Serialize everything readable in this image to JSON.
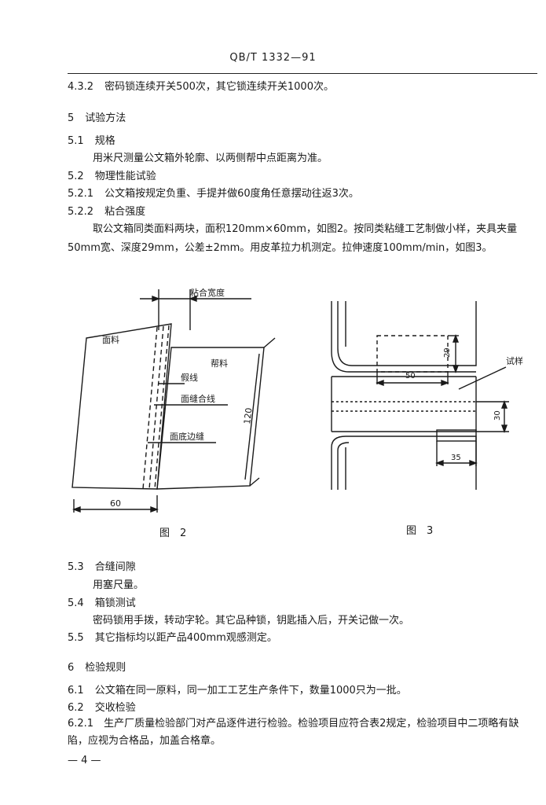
{
  "header": {
    "standard_no": "QB/T 1332—91"
  },
  "lines": {
    "l1": {
      "num": "4.3.2",
      "text": "密码锁连续开关500次，其它锁连续开关1000次。"
    },
    "l2": {
      "num": "5",
      "text": "试验方法"
    },
    "l3": {
      "num": "5.1",
      "text": "规格"
    },
    "l4": {
      "text": "用米尺测量公文箱外轮廓、以两侧帮中点距离为准。"
    },
    "l5": {
      "num": "5.2",
      "text": "物理性能试验"
    },
    "l6": {
      "num": "5.2.1",
      "text": "公文箱按规定负重、手提并做60度角任意摆动往返3次。"
    },
    "l7": {
      "num": "5.2.2",
      "text": "粘合强度"
    },
    "p1": "取公文箱同类面料两块，面积120mm×60mm，如图2。按同类粘缝工艺制做小样，夹具夹量50mm宽、深度29mm，公差±2mm。用皮革拉力机测定。拉伸速度100mm/min，如图3。",
    "l8": {
      "num": "5.3",
      "text": "合缝间隙"
    },
    "l9": {
      "text": "用塞尺量。"
    },
    "l10": {
      "num": "5.4",
      "text": "箱锁测试"
    },
    "l11": {
      "text": "密码锁用手拨，转动字轮。其它品种锁，钥匙插入后，开关记做一次。"
    },
    "l12": {
      "num": "5.5",
      "text": "其它指标均以距产品400mm观感测定。"
    },
    "l13": {
      "num": "6",
      "text": "检验规则"
    },
    "l14": {
      "num": "6.1",
      "text": "公文箱在同一原料，同一加工工艺生产条件下，数量1000只为一批。"
    },
    "l15": {
      "num": "6.2",
      "text": "交收检验"
    },
    "p2": "6.2.1　生产厂质量检验部门对产品逐件进行检验。检验项目应符合表2规定，检验项目中二项略有缺陷，应视为合格品，加盖合格章。"
  },
  "figure2": {
    "caption": "图　2",
    "label_bonding_width": "粘合宽度",
    "label_face": "面料",
    "label_side": "帮料",
    "label_false_line": "假线",
    "label_seam_line": "面缝合线",
    "label_edge": "面底边缝",
    "dim_120": "120",
    "dim_60": "60"
  },
  "figure3": {
    "caption": "图　3",
    "label_sample": "试样",
    "dim_29": "29",
    "dim_50": "50",
    "dim_30": "30",
    "dim_35": "35"
  },
  "footer": {
    "page": "— 4 —"
  }
}
